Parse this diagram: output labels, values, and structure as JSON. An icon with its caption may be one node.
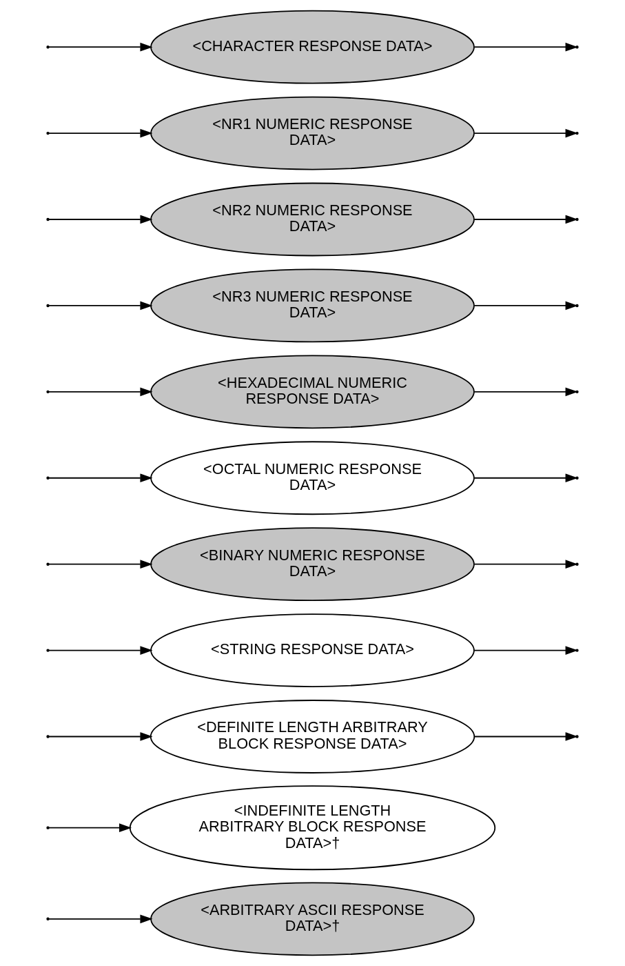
{
  "diagram": {
    "nodes": [
      {
        "text": [
          "<CHARACTER RESPONSE DATA>"
        ]
      },
      {
        "text": [
          "<NR1 NUMERIC RESPONSE DATA>"
        ]
      },
      {
        "text": [
          "<NR2 NUMERIC RESPONSE DATA>"
        ]
      },
      {
        "text": [
          "<NR3 NUMERIC RESPONSE DATA>"
        ]
      },
      {
        "text": [
          "<HEXADECIMAL NUMERIC RESPONSE DATA>"
        ]
      },
      {
        "text": [
          "<OCTAL NUMERIC RESPONSE DATA>"
        ]
      },
      {
        "text": [
          "<BINARY NUMERIC RESPONSE DATA>"
        ]
      },
      {
        "text": [
          "<STRING RESPONSE DATA>"
        ]
      },
      {
        "text": [
          "<DEFINITE LENGTH ARBITRARY BLOCK RESPONSE DATA>"
        ]
      },
      {
        "text": [
          "<INDEFINITE LENGTH ARBITRARY BLOCK RESPONSE DATA>†"
        ]
      },
      {
        "text": [
          "<ARBITRARY ASCII RESPONSE DATA>†"
        ]
      }
    ],
    "edges": [
      {
        "from": 0,
        "to": null,
        "arrow": "to"
      },
      {
        "from": null,
        "to": 0,
        "arrow": "to"
      },
      {
        "from": 1,
        "to": null,
        "arrow": "to"
      },
      {
        "from": null,
        "to": 1,
        "arrow": "to"
      },
      {
        "from": 2,
        "to": null,
        "arrow": "to"
      },
      {
        "from": null,
        "to": 2,
        "arrow": "to"
      },
      {
        "from": 3,
        "to": null,
        "arrow": "to"
      },
      {
        "from": null,
        "to": 3,
        "arrow": "to"
      },
      {
        "from": 4,
        "to": null,
        "arrow": "to"
      },
      {
        "from": null,
        "to": 4,
        "arrow": "to"
      },
      {
        "from": 5,
        "to": null,
        "arrow": "to"
      },
      {
        "from": null,
        "to": 5,
        "arrow": "to"
      },
      {
        "from": 6,
        "to": null,
        "arrow": "to"
      },
      {
        "from": null,
        "to": 6,
        "arrow": "to"
      },
      {
        "from": 7,
        "to": null,
        "arrow": "to"
      },
      {
        "from": null,
        "to": 7,
        "arrow": "to"
      },
      {
        "from": 8,
        "to": null,
        "arrow": "to"
      },
      {
        "from": null,
        "to": 8,
        "arrow": "to"
      },
      {
        "from": null,
        "to": 9,
        "arrow": "to"
      },
      {
        "from": null,
        "to": 10,
        "arrow": "to"
      }
    ]
  }
}
